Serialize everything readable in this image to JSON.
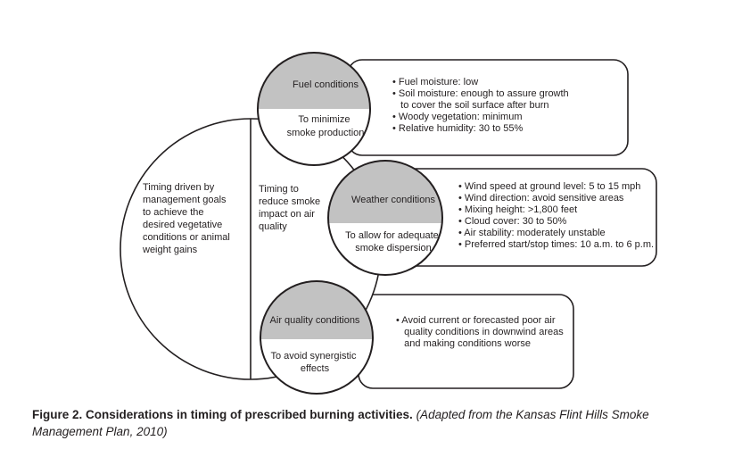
{
  "left_circle": {
    "text_lines": [
      "Timing driven by",
      "management goals",
      "to achieve the",
      "desired vegetative",
      "conditions or animal",
      "weight gains"
    ]
  },
  "middle": {
    "text_lines": [
      "Timing to",
      "reduce smoke",
      "impact on air",
      "quality"
    ]
  },
  "nodes": [
    {
      "header": "Fuel conditions",
      "goal_lines": [
        "To minimize",
        "smoke production"
      ],
      "bullets": [
        "• Fuel moisture: low",
        "• Soil moisture: enough to assure growth",
        "   to cover the soil surface after burn",
        "• Woody vegetation: minimum",
        "• Relative humidity: 30 to 55%"
      ]
    },
    {
      "header": "Weather conditions",
      "goal_lines": [
        "To allow for adequate",
        "smoke dispersion"
      ],
      "bullets": [
        "• Wind speed at ground level: 5 to 15 mph",
        "• Wind direction: avoid sensitive areas",
        "• Mixing height: >1,800 feet",
        "• Cloud cover: 30 to 50%",
        "• Air stability: moderately unstable",
        "• Preferred start/stop times: 10 a.m. to 6 p.m."
      ]
    },
    {
      "header": "Air quality conditions",
      "goal_lines": [
        "To avoid synergistic",
        "effects"
      ],
      "bullets": [
        "• Avoid current or forecasted poor air",
        "   quality conditions in downwind areas",
        "   and making conditions worse"
      ]
    }
  ],
  "caption": {
    "bold": "Figure 2. Considerations in timing of prescribed burning activities.",
    "italic": " (Adapted from the Kansas Flint Hills Smoke Management Plan, 2010)"
  },
  "colors": {
    "header_fill": "#c2c2c2",
    "stroke": "#231f20"
  }
}
